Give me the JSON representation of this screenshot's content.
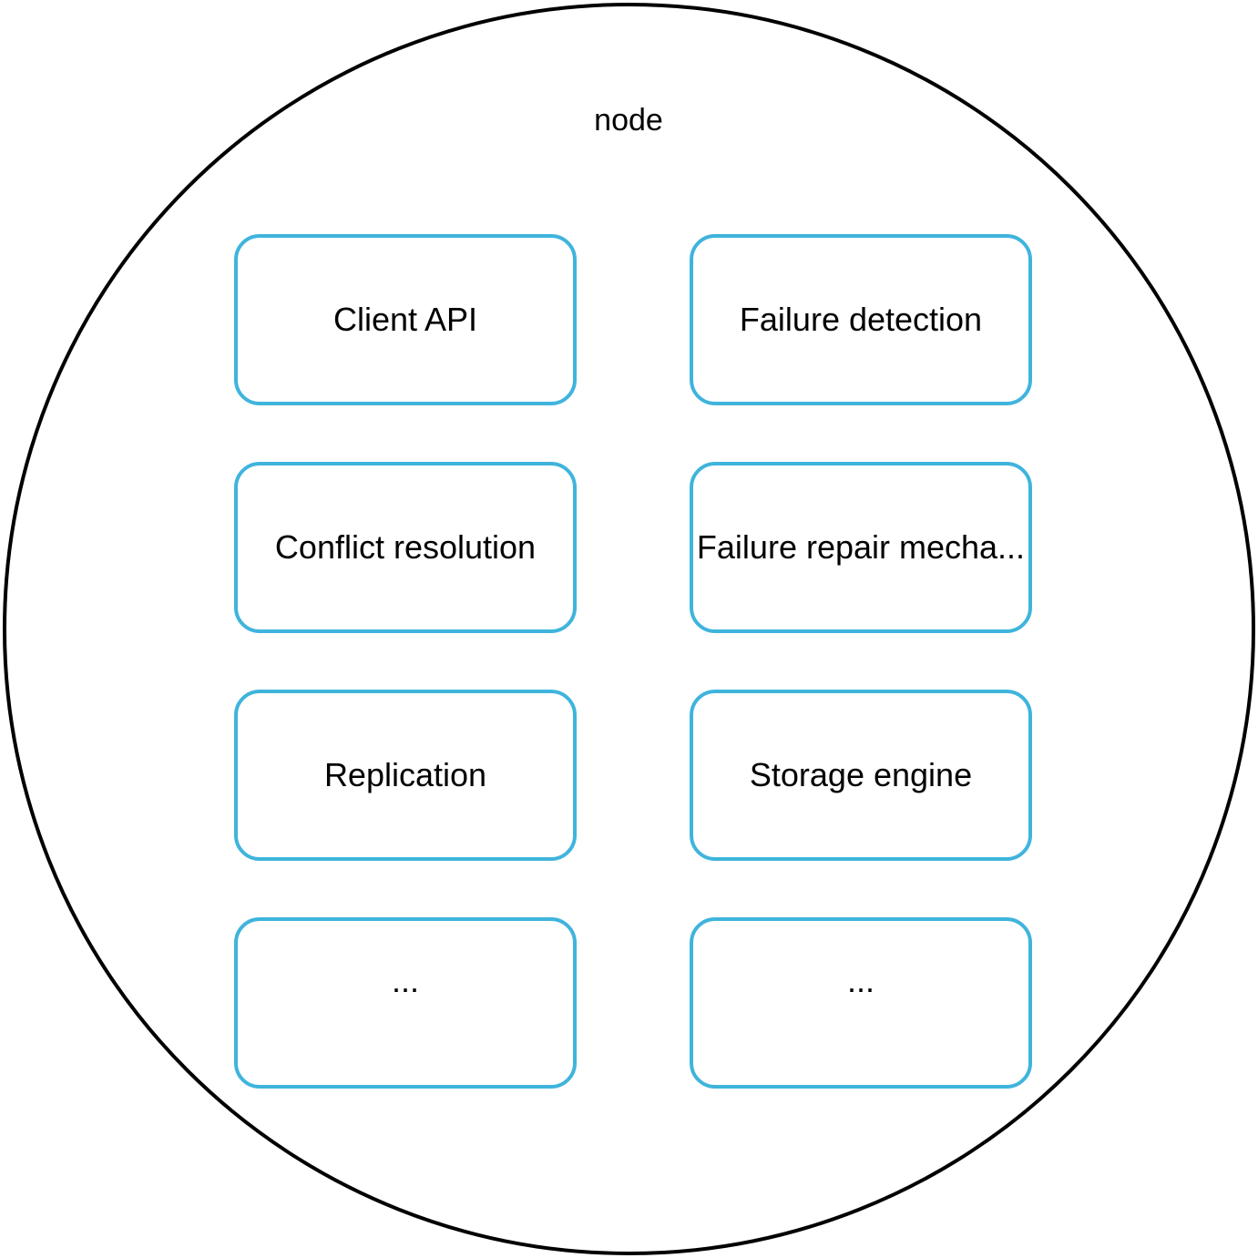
{
  "node": {
    "label": "node",
    "border_color": "#000000"
  },
  "components": {
    "box_color": "#3fb4dc",
    "items": [
      {
        "label": "Client API"
      },
      {
        "label": "Failure detection"
      },
      {
        "label": "Conflict resolution"
      },
      {
        "label": "Failure repair mecha..."
      },
      {
        "label": "Replication"
      },
      {
        "label": "Storage engine"
      },
      {
        "label": "..."
      },
      {
        "label": "..."
      }
    ]
  }
}
